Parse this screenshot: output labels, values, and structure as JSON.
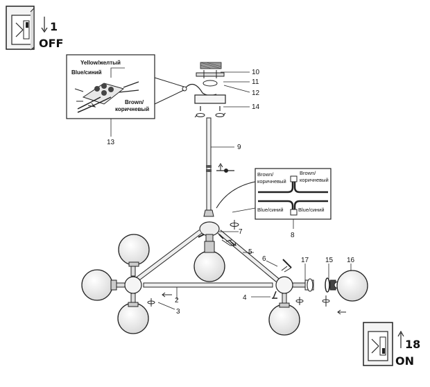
{
  "switch_off": {
    "step": "1",
    "state": "OFF"
  },
  "switch_on": {
    "step": "18",
    "state": "ON"
  },
  "callouts": {
    "c2": "2",
    "c3": "3",
    "c4": "4",
    "c5": "5",
    "c6": "6",
    "c7": "7",
    "c8": "8",
    "c9": "9",
    "c10": "10",
    "c11": "11",
    "c12": "12",
    "c13": "13",
    "c14": "14",
    "c15": "15",
    "c16": "16",
    "c17": "17"
  },
  "terminal_detail": {
    "yellow": "Yellow/желтый",
    "blue": "Blue/синий",
    "brown_1": "Brown/",
    "brown_2": "коричневый"
  },
  "wire_detail": {
    "brown_left_1": "Brown/",
    "brown_left_2": "коричневый",
    "brown_right_1": "Brown/",
    "brown_right_2": "коричневый",
    "blue_left": "Blue/синий",
    "blue_right": "Blue/синий"
  }
}
